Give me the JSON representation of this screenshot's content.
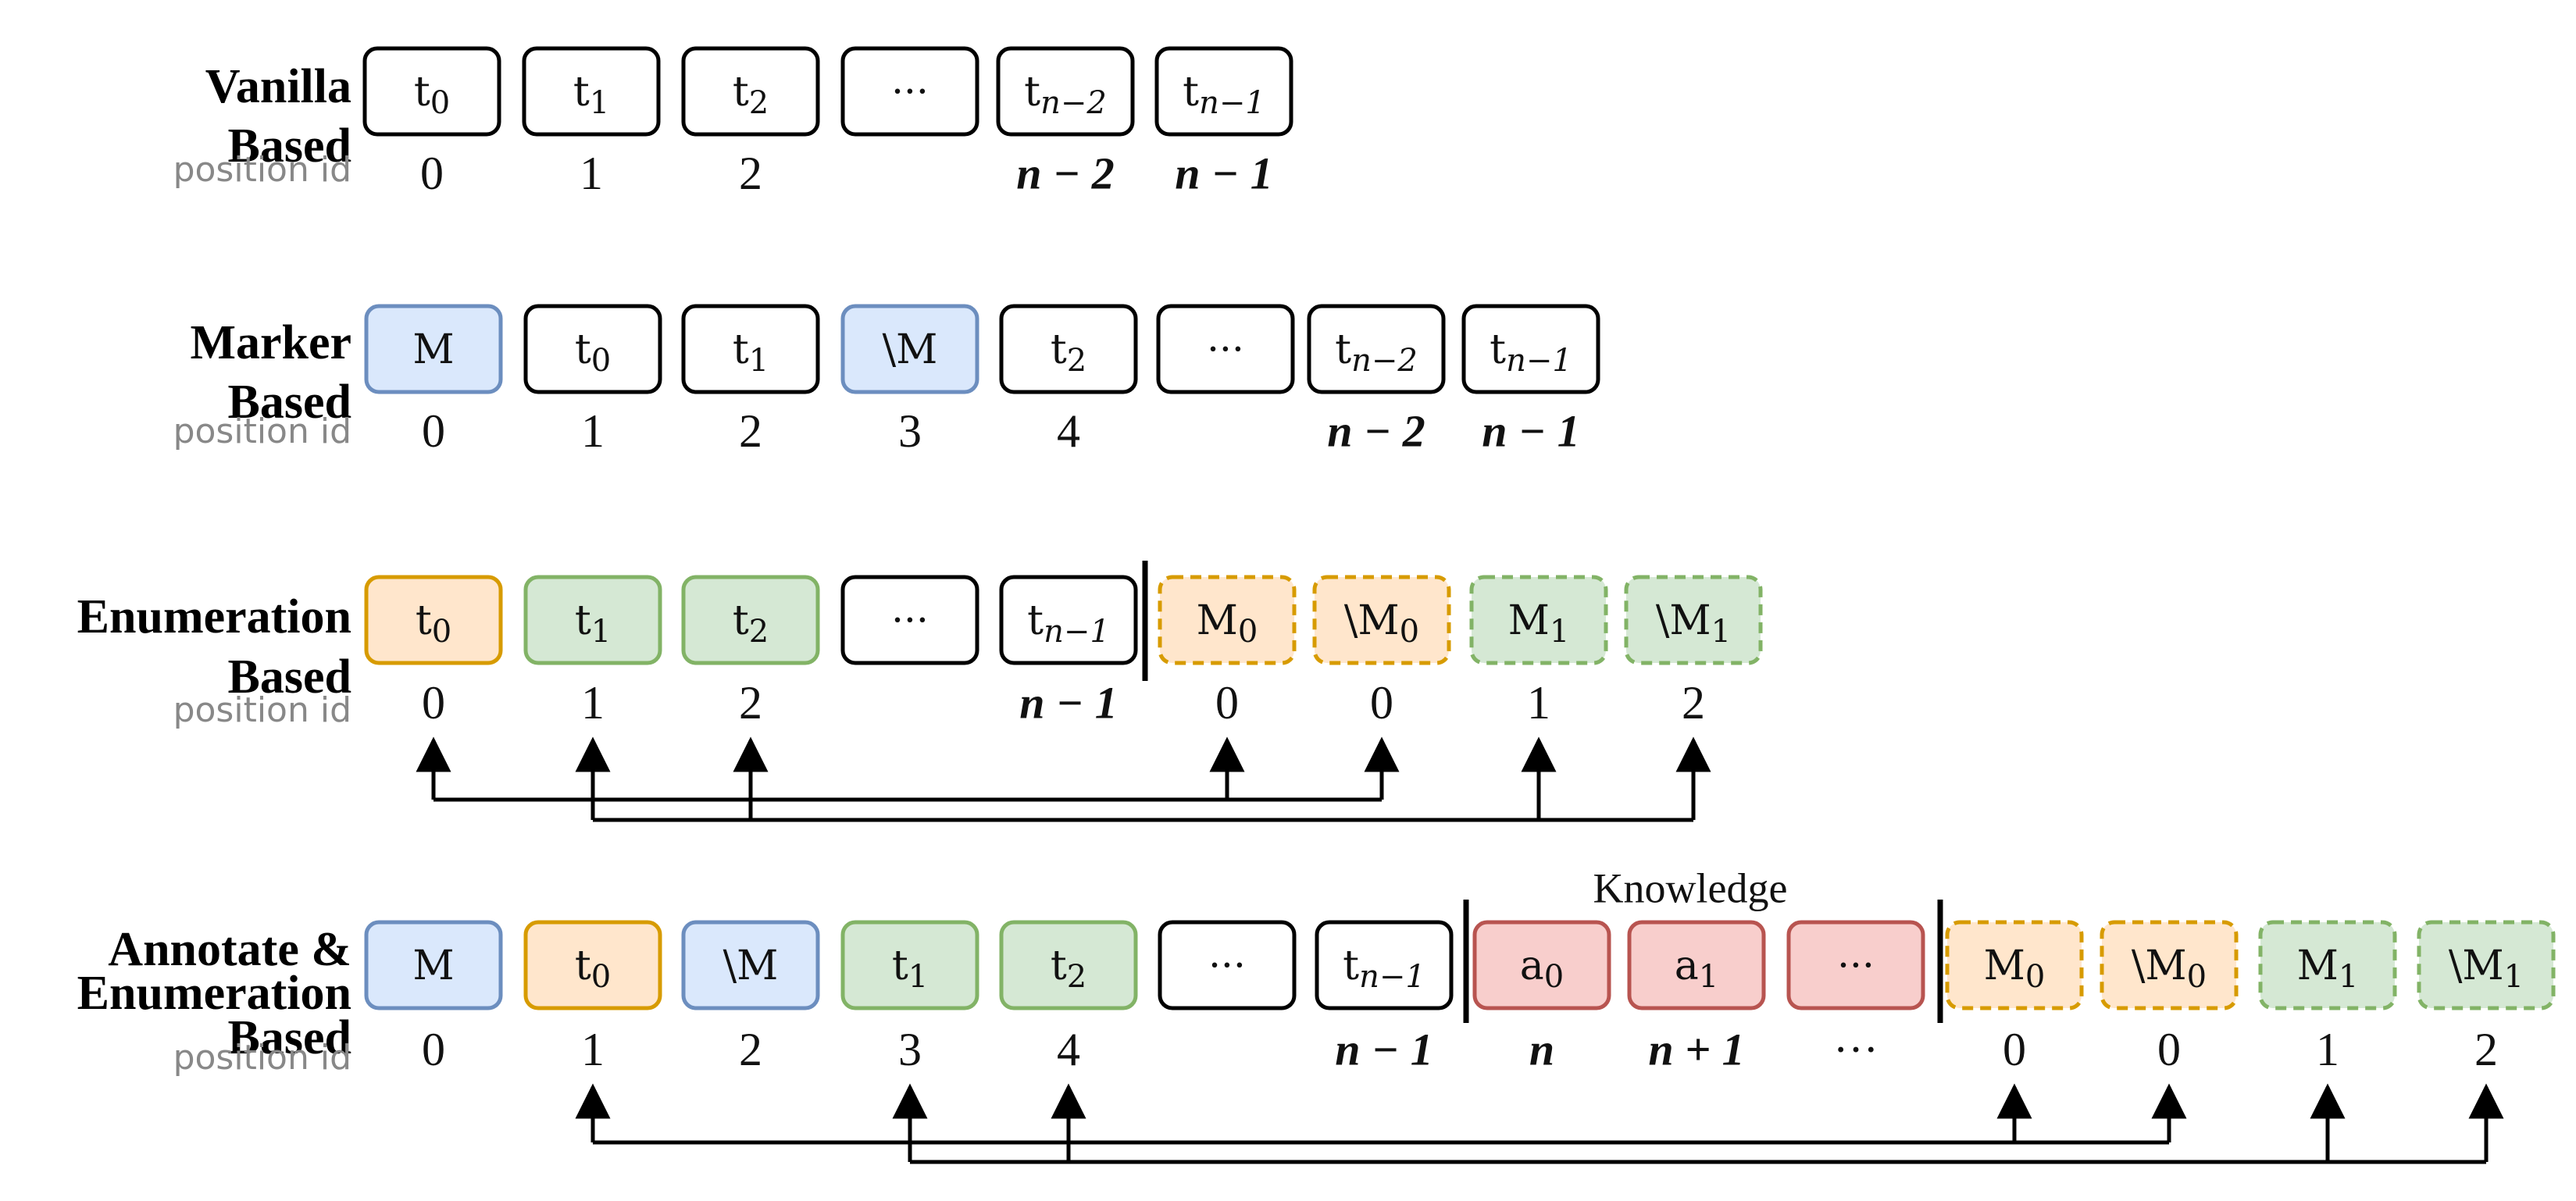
{
  "colors": {
    "white": {
      "fill": "#ffffff",
      "stroke": "#000000"
    },
    "blue": {
      "fill": "#dae8fc",
      "stroke": "#6c8ebf"
    },
    "orange": {
      "fill": "#ffe6cc",
      "stroke": "#d79b00"
    },
    "green": {
      "fill": "#d5e8d4",
      "stroke": "#82b366"
    },
    "red": {
      "fill": "#f8cecc",
      "stroke": "#b85450"
    }
  },
  "position_label": "position id",
  "knowledge_label": "Knowledge",
  "rows": [
    {
      "id": "vanilla",
      "title": [
        "Vanilla",
        "Based"
      ],
      "tokens": [
        {
          "base": "t",
          "sub": "0",
          "color": "white",
          "pos": "0"
        },
        {
          "base": "t",
          "sub": "1",
          "color": "white",
          "pos": "1"
        },
        {
          "base": "t",
          "sub": "2",
          "color": "white",
          "pos": "2"
        },
        {
          "base": "···",
          "sub": "",
          "color": "white",
          "pos": ""
        },
        {
          "base": "t",
          "sub": "n−2",
          "color": "white",
          "pos": "n − 2"
        },
        {
          "base": "t",
          "sub": "n−1",
          "color": "white",
          "pos": "n − 1"
        }
      ]
    },
    {
      "id": "marker",
      "title": [
        "Marker",
        "Based"
      ],
      "tokens": [
        {
          "base": "M",
          "sub": "",
          "color": "blue",
          "pos": "0"
        },
        {
          "base": "t",
          "sub": "0",
          "color": "white",
          "pos": "1"
        },
        {
          "base": "t",
          "sub": "1",
          "color": "white",
          "pos": "2"
        },
        {
          "base": "\\M",
          "sub": "",
          "color": "blue",
          "pos": "3"
        },
        {
          "base": "t",
          "sub": "2",
          "color": "white",
          "pos": "4"
        },
        {
          "base": "···",
          "sub": "",
          "color": "white",
          "pos": ""
        },
        {
          "base": "t",
          "sub": "n−2",
          "color": "white",
          "pos": "n − 2"
        },
        {
          "base": "t",
          "sub": "n−1",
          "color": "white",
          "pos": "n − 1"
        }
      ]
    },
    {
      "id": "enumeration",
      "title": [
        "Enumeration",
        "Based"
      ],
      "tokens": [
        {
          "base": "t",
          "sub": "0",
          "color": "orange",
          "pos": "0"
        },
        {
          "base": "t",
          "sub": "1",
          "color": "green",
          "pos": "1"
        },
        {
          "base": "t",
          "sub": "2",
          "color": "green",
          "pos": "2"
        },
        {
          "base": "···",
          "sub": "",
          "color": "white",
          "pos": ""
        },
        {
          "base": "t",
          "sub": "n−1",
          "color": "white",
          "pos": "n − 1"
        },
        {
          "base": "M",
          "sub": "0",
          "color": "orange",
          "dashed": true,
          "pos": "0"
        },
        {
          "base": "\\M",
          "sub": "0",
          "color": "orange",
          "dashed": true,
          "pos": "0"
        },
        {
          "base": "M",
          "sub": "1",
          "color": "green",
          "dashed": true,
          "pos": "1"
        },
        {
          "base": "\\M",
          "sub": "1",
          "color": "green",
          "dashed": true,
          "pos": "2"
        }
      ]
    },
    {
      "id": "annotate",
      "title": [
        "Annotate &",
        "Enumeration",
        "Based"
      ],
      "tokens": [
        {
          "base": "M",
          "sub": "",
          "color": "blue",
          "pos": "0"
        },
        {
          "base": "t",
          "sub": "0",
          "color": "orange",
          "pos": "1"
        },
        {
          "base": "\\M",
          "sub": "",
          "color": "blue",
          "pos": "2"
        },
        {
          "base": "t",
          "sub": "1",
          "color": "green",
          "pos": "3"
        },
        {
          "base": "t",
          "sub": "2",
          "color": "green",
          "pos": "4"
        },
        {
          "base": "···",
          "sub": "",
          "color": "white",
          "pos": ""
        },
        {
          "base": "t",
          "sub": "n−1",
          "color": "white",
          "pos": "n − 1"
        },
        {
          "base": "a",
          "sub": "0",
          "color": "red",
          "pos": "n"
        },
        {
          "base": "a",
          "sub": "1",
          "color": "red",
          "pos": "n + 1"
        },
        {
          "base": "···",
          "sub": "",
          "color": "red",
          "pos": "···"
        },
        {
          "base": "M",
          "sub": "0",
          "color": "orange",
          "dashed": true,
          "pos": "0"
        },
        {
          "base": "\\M",
          "sub": "0",
          "color": "orange",
          "dashed": true,
          "pos": "0"
        },
        {
          "base": "M",
          "sub": "1",
          "color": "green",
          "dashed": true,
          "pos": "1"
        },
        {
          "base": "\\M",
          "sub": "1",
          "color": "green",
          "dashed": true,
          "pos": "2"
        }
      ]
    }
  ]
}
